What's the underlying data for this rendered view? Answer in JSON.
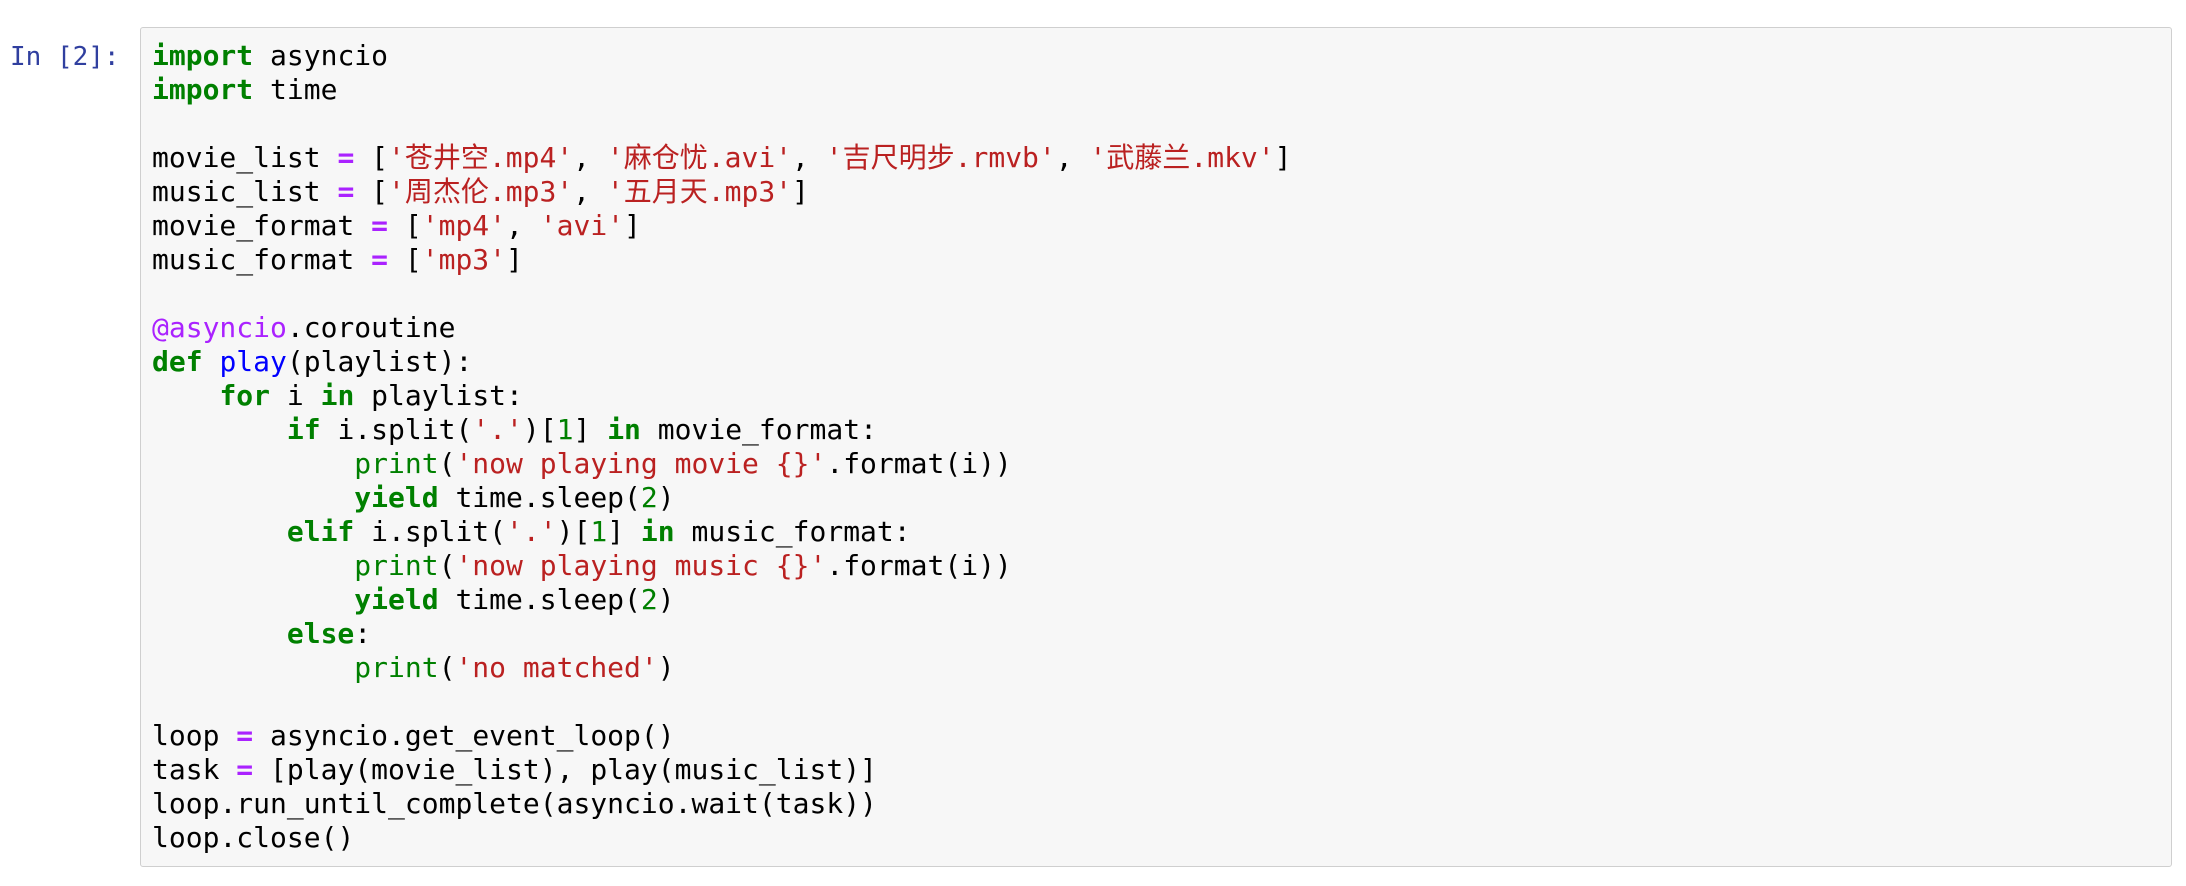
{
  "cell": {
    "prompt": "In [2]:",
    "lines": [
      "import asyncio",
      "import time",
      "",
      "movie_list = ['苍井空.mp4', '麻仓忧.avi', '吉尺明步.rmvb', '武藤兰.mkv']",
      "music_list = ['周杰伦.mp3', '五月天.mp3']",
      "movie_format = ['mp4', 'avi']",
      "music_format = ['mp3']",
      "",
      "@asyncio.coroutine",
      "def play(playlist):",
      "    for i in playlist:",
      "        if i.split('.')[1] in movie_format:",
      "            print('now playing movie {}'.format(i))",
      "            yield time.sleep(2)",
      "        elif i.split('.')[1] in music_format:",
      "            print('now playing music {}'.format(i))",
      "            yield time.sleep(2)",
      "        else:",
      "            print('no matched')",
      "",
      "loop = asyncio.get_event_loop()",
      "task = [play(movie_list), play(music_list)]",
      "loop.run_until_complete(asyncio.wait(task))",
      "loop.close()"
    ]
  },
  "colors": {
    "keyword": "#008000",
    "operator": "#aa22ff",
    "string": "#ba2121",
    "number": "#008000",
    "decorator": "#aa22ff",
    "function_name": "#0000ff",
    "builtin": "#008000",
    "prompt": "#303f9f",
    "cell_background": "#f7f7f7",
    "cell_border": "#cfcfcf"
  }
}
